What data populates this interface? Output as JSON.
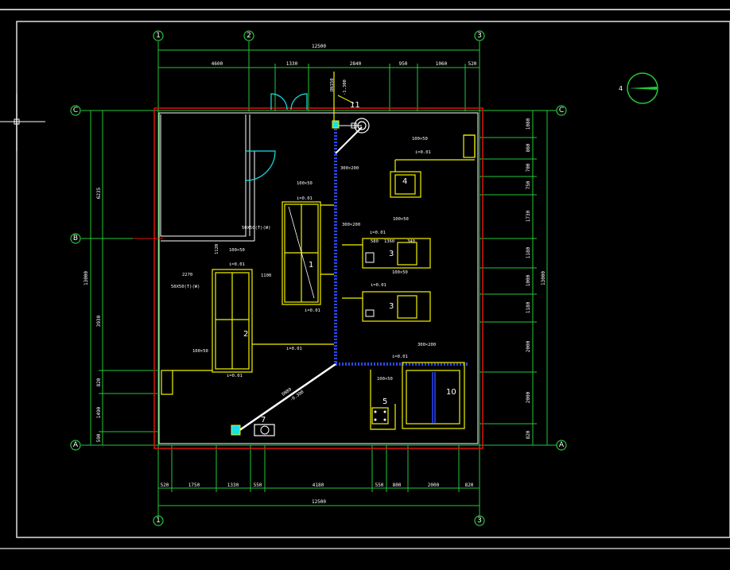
{
  "axes": {
    "top": [
      "1",
      "2",
      "3"
    ],
    "bottom": [
      "1",
      "3"
    ],
    "left": [
      "C",
      "B",
      "A"
    ],
    "right": [
      "C",
      "A"
    ]
  },
  "north_label": "4",
  "dims": {
    "top_total": "12500",
    "top_segments": [
      "4600",
      "1330",
      "2840",
      "950",
      "1060",
      "520"
    ],
    "bottom_total": "12500",
    "bottom_segments": [
      "520",
      "1750",
      "1330",
      "550",
      "4180",
      "550",
      "800",
      "2000",
      "820"
    ],
    "left_total": "13000",
    "left_segments": [
      "6235",
      "3930",
      "820",
      "1490",
      "590"
    ],
    "right_total": "13000",
    "right_segments": [
      "1080",
      "860",
      "700",
      "750",
      "1730",
      "1180",
      "1000",
      "1180",
      "2000",
      "2000",
      "820"
    ]
  },
  "labels": {
    "duct_100x50_a": "100×50",
    "duct_100x50_b": "100×50",
    "duct_100x50_c": "100×50",
    "duct_100x50_d": "100×50",
    "duct_100x50_e": "100×50",
    "duct_100x50_f": "100×50",
    "duct_100x50_g": "100×50",
    "duct_300x200_a": "300×200",
    "duct_300x200_b": "300×200",
    "duct_300x200_c": "300×200",
    "slope_a": "i=0.01",
    "slope_b": "i=0.01",
    "slope_c": "i=0.01",
    "slope_d": "i=0.01",
    "slope_e": "i=0.01",
    "slope_f": "i=0.01",
    "slope_g": "i=0.01",
    "slope_h": "i=0.01",
    "slope_i": "i=0.01",
    "pipe_dn": "DN150",
    "pipe_level": "-1.300",
    "pipe_dn80": "DN80",
    "pipe_level2": "-0.300",
    "dim_2270": "2270",
    "dim_1100": "1100",
    "dim_1120": "1120",
    "dim_580": "580",
    "dim_1360": "1360",
    "dim_340": "340",
    "box_50x50_a": "50X50(T)(W)",
    "box_50x50_b": "50X50(T)(W)",
    "eq": [
      "1",
      "2",
      "3",
      "3",
      "4",
      "5",
      "7",
      "10",
      "11"
    ]
  }
}
